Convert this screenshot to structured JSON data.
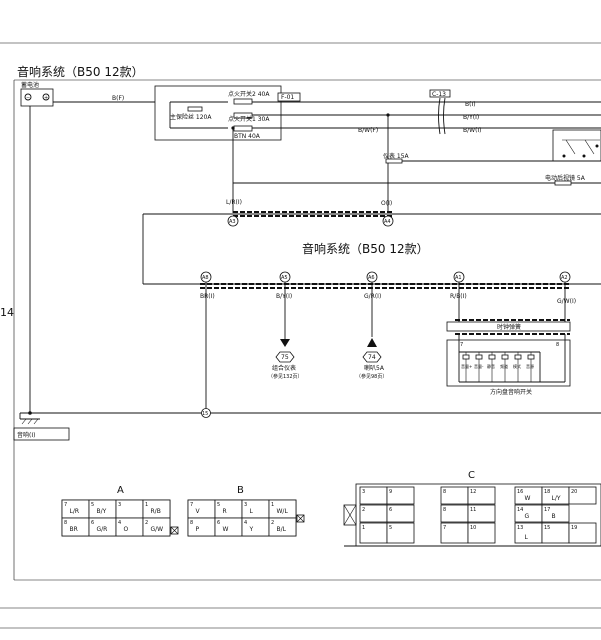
{
  "page": {
    "left_margin_number": "14"
  },
  "header": {
    "title": "音响系统（B50 12款）"
  },
  "battery": {
    "label": "蓄电池"
  },
  "fuse_box": {
    "ref": "F-01",
    "fuse_main": "主保险丝 120A",
    "fuse_ign2": "点火开关2 40A",
    "fuse_ign1": "点火开关1 30A",
    "fuse_btn": "BTN 40A"
  },
  "wires": {
    "batt_main": "B(F)",
    "btn_out": "B/W(F)",
    "connector_c13": "C-13",
    "right_b": "B(I)",
    "right_by": "B/Y(I)",
    "right_bw": "B/W(I)",
    "meter_fuse": "仪表 15A",
    "mirror_fuse": "电动后视镜 5A",
    "lr_wire": "L/R(I)",
    "o_wire": "O(I)"
  },
  "audio": {
    "label": "音响系统（B50 12款）",
    "top_pins": [
      "A3",
      "A4"
    ],
    "bottom_pins": [
      "A8",
      "A5",
      "A6",
      "A1",
      "A2"
    ],
    "bottom_wires": [
      "BR(I)",
      "B/Y(I)",
      "G/R(I)",
      "R/B(I)",
      "G/W(I)"
    ]
  },
  "refs": {
    "meter": {
      "num": "75",
      "name": "组合仪表",
      "page": "（参见132页）"
    },
    "horn": {
      "num": "74",
      "name": "喇叭5A",
      "page": "（参见98页）"
    }
  },
  "clock_spring": {
    "label": "时钟弹簧"
  },
  "switch_box": {
    "label": "方向盘音响开关",
    "pin_left": "7",
    "pin_right": "8",
    "buttons": [
      "音量+",
      "音量-",
      "静音",
      "频道",
      "模式",
      "音源"
    ]
  },
  "ground": {
    "pin": "15"
  },
  "footer_tag": "音响(I)",
  "connectors": {
    "A": {
      "title": "A",
      "cells": [
        {
          "n": "7",
          "w": "L/R"
        },
        {
          "n": "5",
          "w": "B/Y"
        },
        {
          "n": "3",
          "w": ""
        },
        {
          "n": "1",
          "w": "R/B"
        },
        {
          "n": "8",
          "w": "BR"
        },
        {
          "n": "6",
          "w": "G/R"
        },
        {
          "n": "4",
          "w": "O"
        },
        {
          "n": "2",
          "w": "G/W"
        }
      ]
    },
    "B": {
      "title": "B",
      "cells": [
        {
          "n": "7",
          "w": "V"
        },
        {
          "n": "5",
          "w": "R"
        },
        {
          "n": "3",
          "w": "L"
        },
        {
          "n": "1",
          "w": "W/L"
        },
        {
          "n": "8",
          "w": "P"
        },
        {
          "n": "6",
          "w": "W"
        },
        {
          "n": "4",
          "w": "Y"
        },
        {
          "n": "2",
          "w": "B/L"
        }
      ]
    },
    "C": {
      "title": "C",
      "top": [
        {
          "n": "3",
          "w": ""
        },
        {
          "n": "9",
          "w": ""
        },
        {
          "n": "8",
          "w": ""
        },
        {
          "n": "12",
          "w": ""
        },
        {
          "n": "16",
          "w": "W"
        },
        {
          "n": "18",
          "w": "L/Y"
        },
        {
          "n": "20",
          "w": ""
        }
      ],
      "mid": [
        {
          "n": "2",
          "w": ""
        },
        {
          "n": "6",
          "w": ""
        },
        {
          "n": "8",
          "w": ""
        },
        {
          "n": "11",
          "w": ""
        },
        {
          "n": "14",
          "w": "G"
        },
        {
          "n": "17",
          "w": "B"
        }
      ],
      "bot": [
        {
          "n": "1",
          "w": ""
        },
        {
          "n": "5",
          "w": ""
        },
        {
          "n": "7",
          "w": ""
        },
        {
          "n": "10",
          "w": ""
        },
        {
          "n": "13",
          "w": "L"
        },
        {
          "n": "15",
          "w": ""
        },
        {
          "n": "19",
          "w": ""
        }
      ]
    }
  }
}
